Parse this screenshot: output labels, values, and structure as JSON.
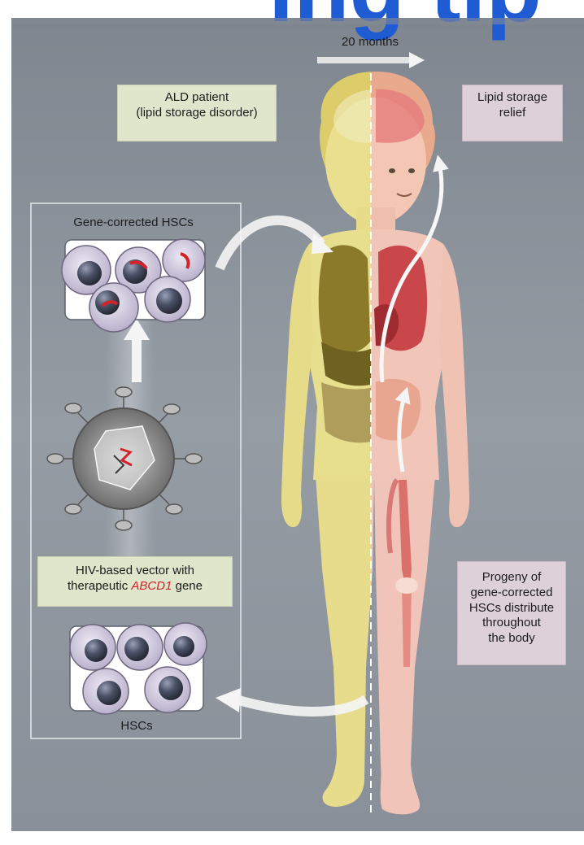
{
  "header": {
    "title_fragment": "ing tip",
    "title_color": "#1f5bd3"
  },
  "timeline": {
    "label": "20 months"
  },
  "boxes": {
    "ald_patient": {
      "line1": "ALD patient",
      "line2": "(lipid storage disorder)"
    },
    "lipid_relief": {
      "line1": "Lipid storage",
      "line2": "relief"
    },
    "vector": {
      "line1": "HIV-based vector with",
      "line2_prefix": "therapeutic ",
      "gene": "ABCD1",
      "line2_suffix": " gene"
    },
    "progeny": {
      "line1": "Progeny of",
      "line2": "gene-corrected",
      "line3": "HSCs distribute",
      "line4": "throughout",
      "line5": "the body"
    }
  },
  "labels": {
    "gene_corrected": "Gene-corrected HSCs",
    "hscs": "HSCs"
  },
  "colors": {
    "background": "#8d949d",
    "left_body": "#e8df8e",
    "right_body": "#f0c4b8",
    "organ_left": "#8a7a2a",
    "organ_right": "#c9474a",
    "cell_fill": "#d9d3e6",
    "nucleus": "#4a4f63",
    "gene_red": "#d2232a",
    "box_green": "#dfe6cc",
    "box_pink": "#ddd0d8"
  },
  "icons": {
    "virus": "virus-icon",
    "cell": "cell-icon",
    "arrow": "arrow-icon"
  }
}
